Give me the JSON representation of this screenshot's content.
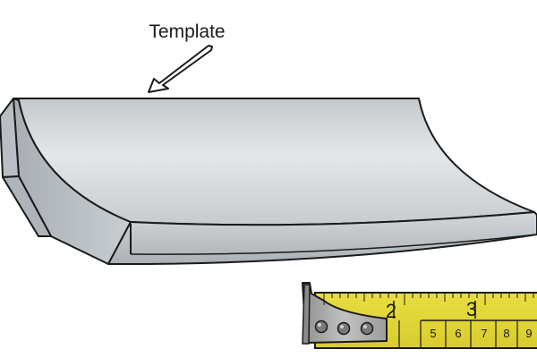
{
  "illustration": {
    "callout_label": "Template",
    "tape": {
      "major_labels": [
        "2",
        "3"
      ],
      "minor_labels": [
        "5",
        "6",
        "7",
        "8",
        "9"
      ]
    }
  },
  "colors": {
    "background": "#ffffff",
    "outline": "#1a1a1a",
    "template_top_light": "#e3e7ea",
    "template_top_mid": "#c8cdd1",
    "template_side": "#b4babf",
    "tape_yellow": "#e7dc3c",
    "tape_hook": "#a9a9a9"
  }
}
